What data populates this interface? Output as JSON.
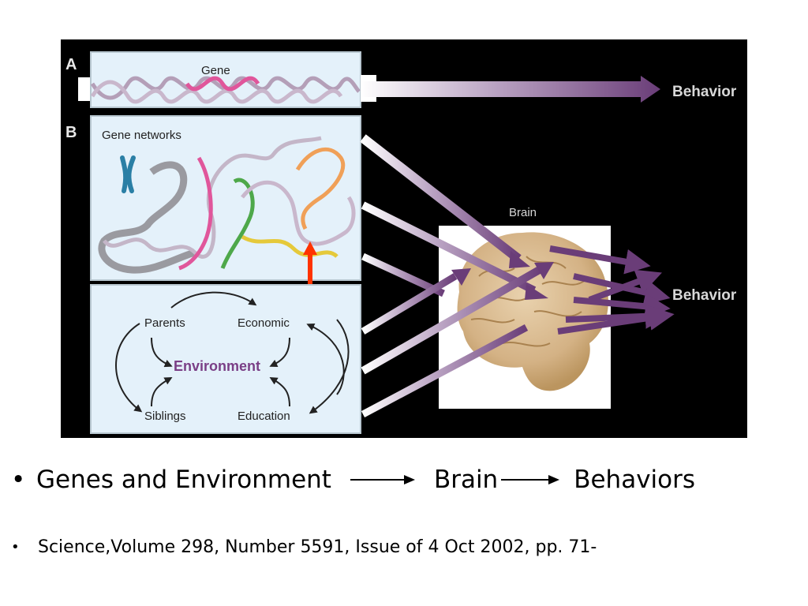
{
  "figure": {
    "panel_a_letter": "A",
    "panel_b_letter": "B",
    "gene_label": "Gene",
    "behavior_top_label": "Behavior",
    "gene_networks_label": "Gene networks",
    "brain_label": "Brain",
    "behavior_right_label": "Behavior",
    "environment": {
      "center": "Environment",
      "parents": "Parents",
      "economic": "Economic",
      "siblings": "Siblings",
      "education": "Education"
    },
    "colors": {
      "arrow_purple": "#6a3d78",
      "panel_fill": "#e4f1fa",
      "env_text": "#7a3f86",
      "red_arrow": "#ff3300"
    }
  },
  "bullets": [
    {
      "dot": "•",
      "part1": "Genes and Environment",
      "part2": "Brain",
      "part3": "Behaviors"
    },
    {
      "dot": "•",
      "text": "Science,Volume 298, Number 5591, Issue of 4 Oct 2002, pp. 71-"
    }
  ]
}
